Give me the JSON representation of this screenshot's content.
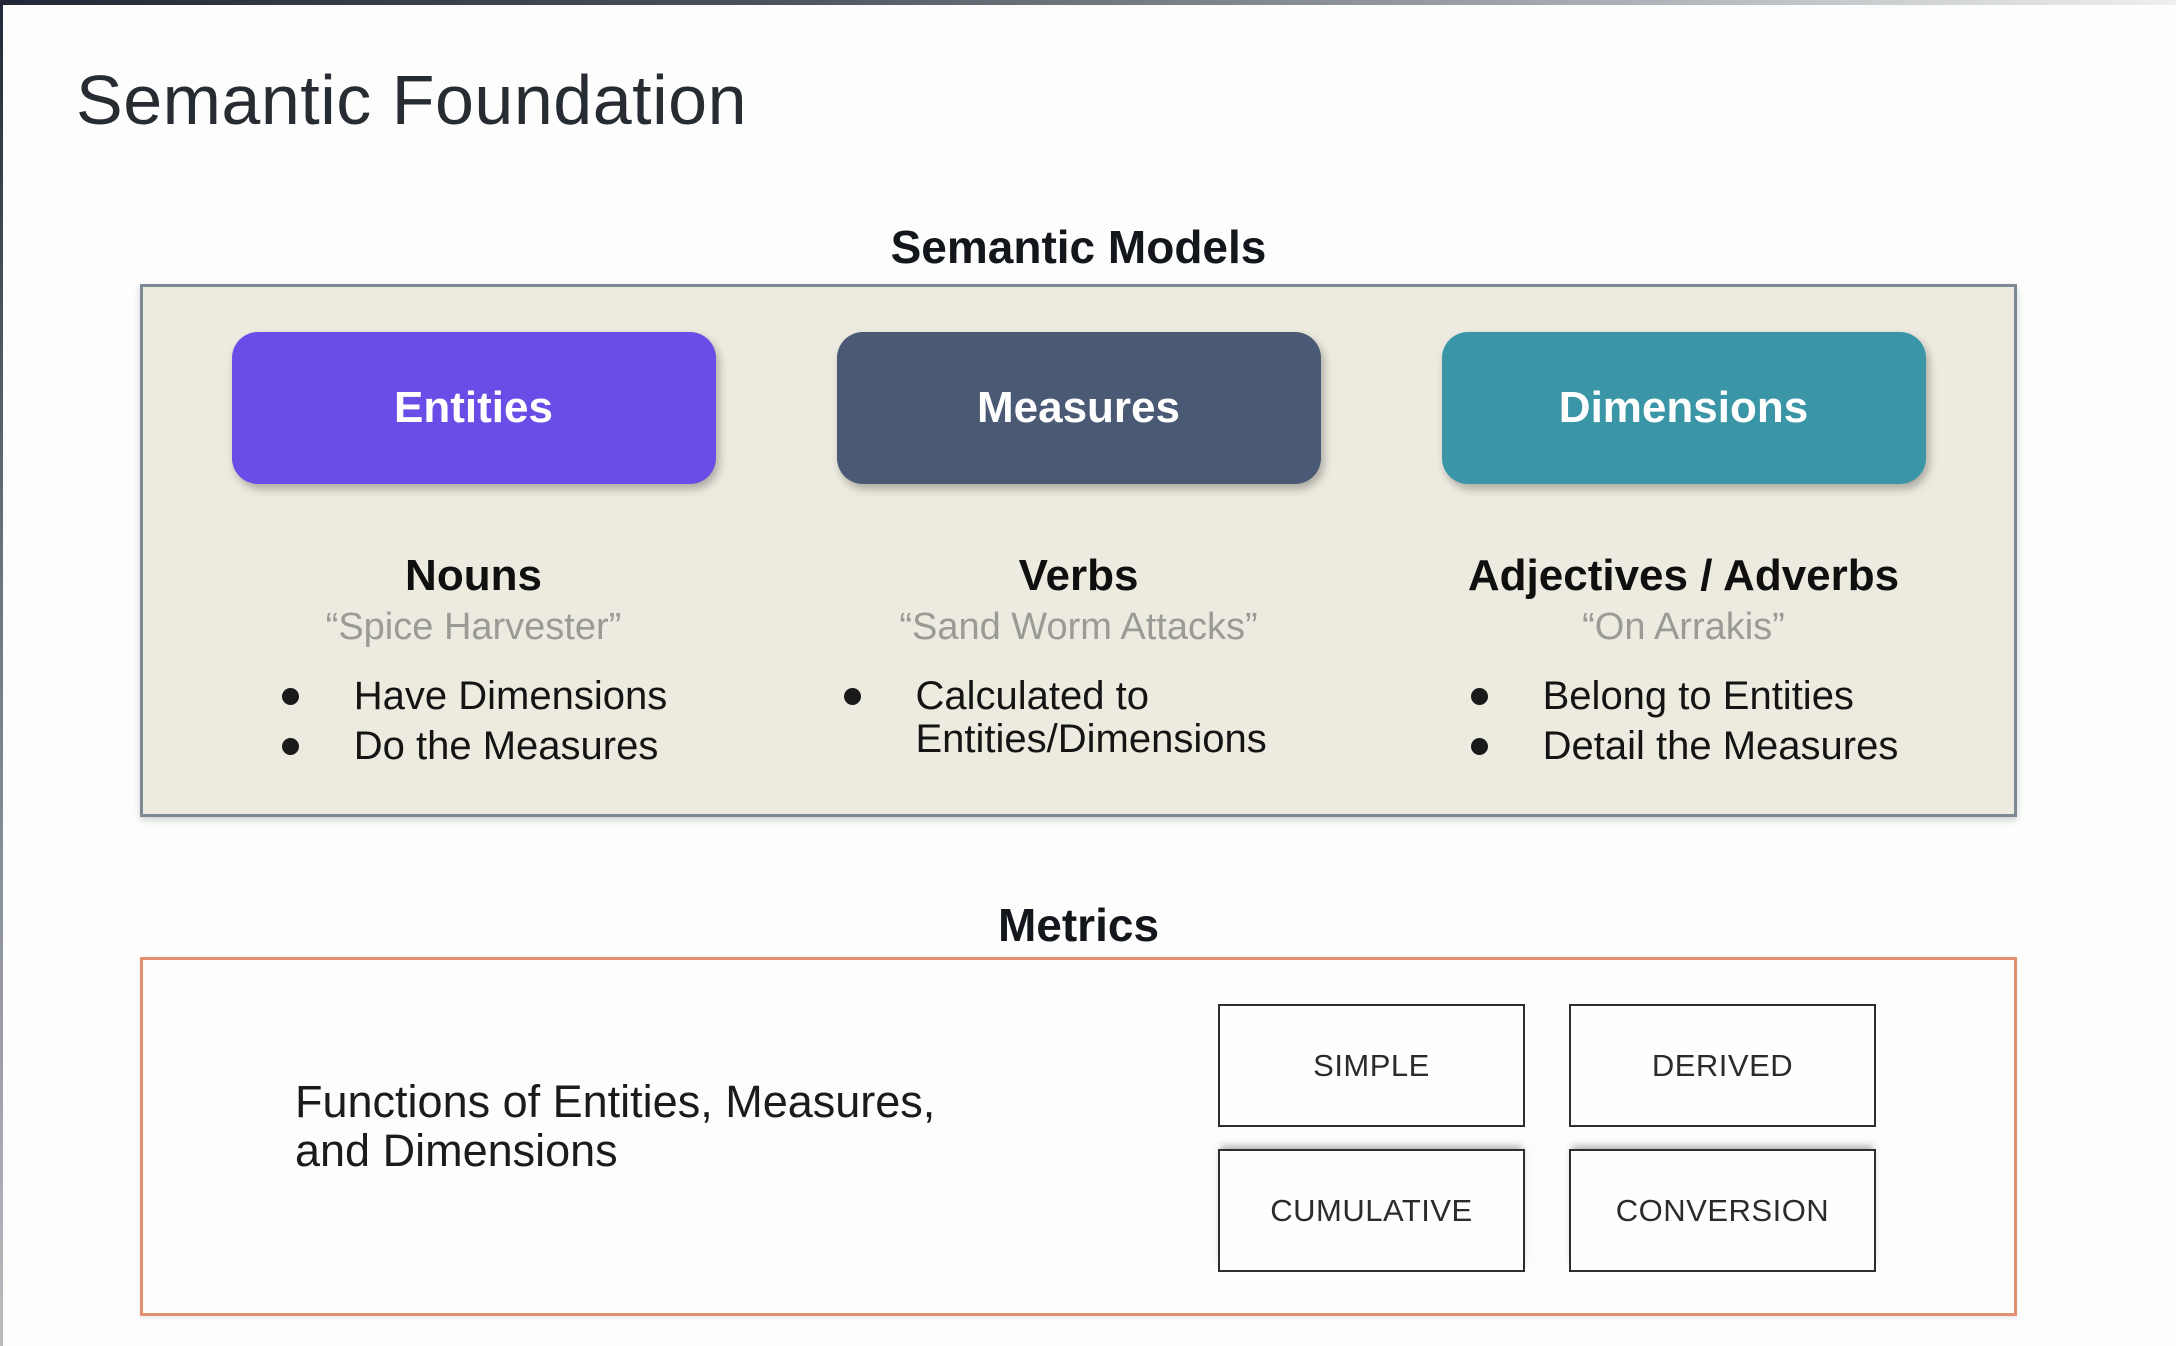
{
  "page": {
    "title": "Semantic Foundation"
  },
  "colors": {
    "entities_pill": "#6a4de6",
    "measures_pill": "#4a5a74",
    "dimensions_pill": "#3a96a6",
    "models_box_bg": "#edebdf",
    "models_box_border": "#7d8a94",
    "metrics_box_border": "#e2906f",
    "quote_text": "#9b9b96"
  },
  "semantic_models": {
    "heading": "Semantic Models",
    "columns": [
      {
        "pill": "Entities",
        "pill_color": "#6a4de6",
        "heading": "Nouns",
        "quote": "“Spice Harvester”",
        "bullets": [
          "Have Dimensions",
          "Do the Measures"
        ]
      },
      {
        "pill": "Measures",
        "pill_color": "#4a5a74",
        "heading": "Verbs",
        "quote": "“Sand Worm Attacks”",
        "bullets": [
          "Calculated to Entities/Dimensions"
        ]
      },
      {
        "pill": "Dimensions",
        "pill_color": "#3a96a6",
        "heading": "Adjectives / Adverbs",
        "quote": "“On Arrakis”",
        "bullets": [
          "Belong to Entities",
          "Detail the Measures"
        ]
      }
    ]
  },
  "metrics": {
    "heading": "Metrics",
    "description": "Functions of Entities, Measures,\nand Dimensions",
    "types": [
      "SIMPLE",
      "DERIVED",
      "CUMULATIVE",
      "CONVERSION"
    ]
  }
}
